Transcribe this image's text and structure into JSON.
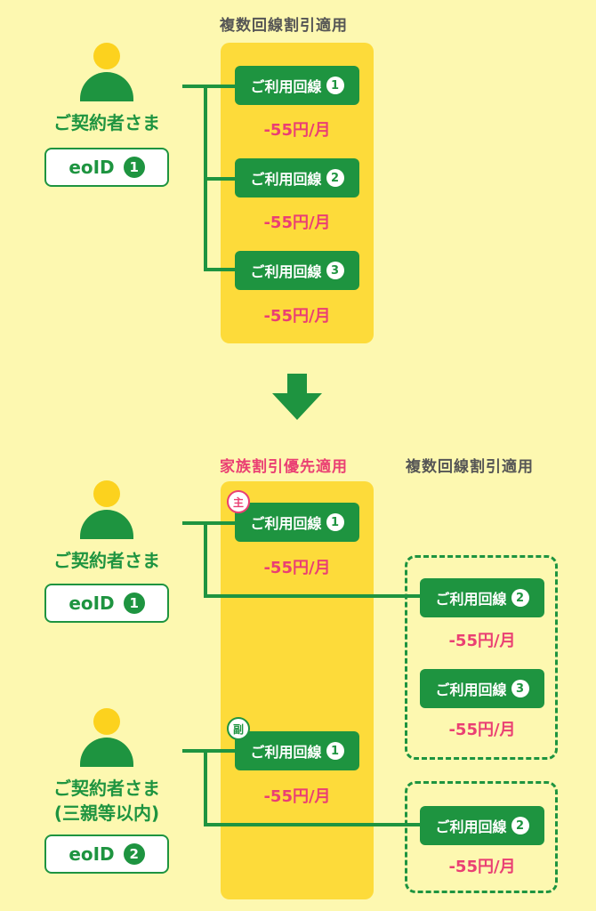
{
  "top": {
    "heading": "複数回線割引適用",
    "contractor": "ご契約者さま",
    "eoid": {
      "label": "eoID",
      "num": "1"
    },
    "lines": [
      {
        "label": "ご利用回線",
        "num": "1",
        "price": "-55円/月"
      },
      {
        "label": "ご利用回線",
        "num": "2",
        "price": "-55円/月"
      },
      {
        "label": "ご利用回線",
        "num": "3",
        "price": "-55円/月"
      }
    ]
  },
  "arrow": "down-arrow-icon",
  "bottom": {
    "family_heading": "家族割引優先適用",
    "multi_heading": "複数回線割引適用",
    "main_contractor": {
      "name": "ご契約者さま",
      "eoid": {
        "label": "eoID",
        "num": "1"
      },
      "badge": "主",
      "family_line": {
        "label": "ご利用回線",
        "num": "1",
        "price": "-55円/月"
      },
      "multi_lines": [
        {
          "label": "ご利用回線",
          "num": "2",
          "price": "-55円/月"
        },
        {
          "label": "ご利用回線",
          "num": "3",
          "price": "-55円/月"
        }
      ]
    },
    "sub_contractor": {
      "name": "ご契約者さま",
      "note": "(三親等以内)",
      "eoid": {
        "label": "eoID",
        "num": "2"
      },
      "badge": "副",
      "family_line": {
        "label": "ご利用回線",
        "num": "1",
        "price": "-55円/月"
      },
      "multi_lines": [
        {
          "label": "ご利用回線",
          "num": "2",
          "price": "-55円/月"
        }
      ]
    }
  },
  "colors": {
    "green": "#1e9440",
    "yellow": "#fddb3a",
    "pink": "#ea3f73",
    "background": "#fdf8b0"
  }
}
